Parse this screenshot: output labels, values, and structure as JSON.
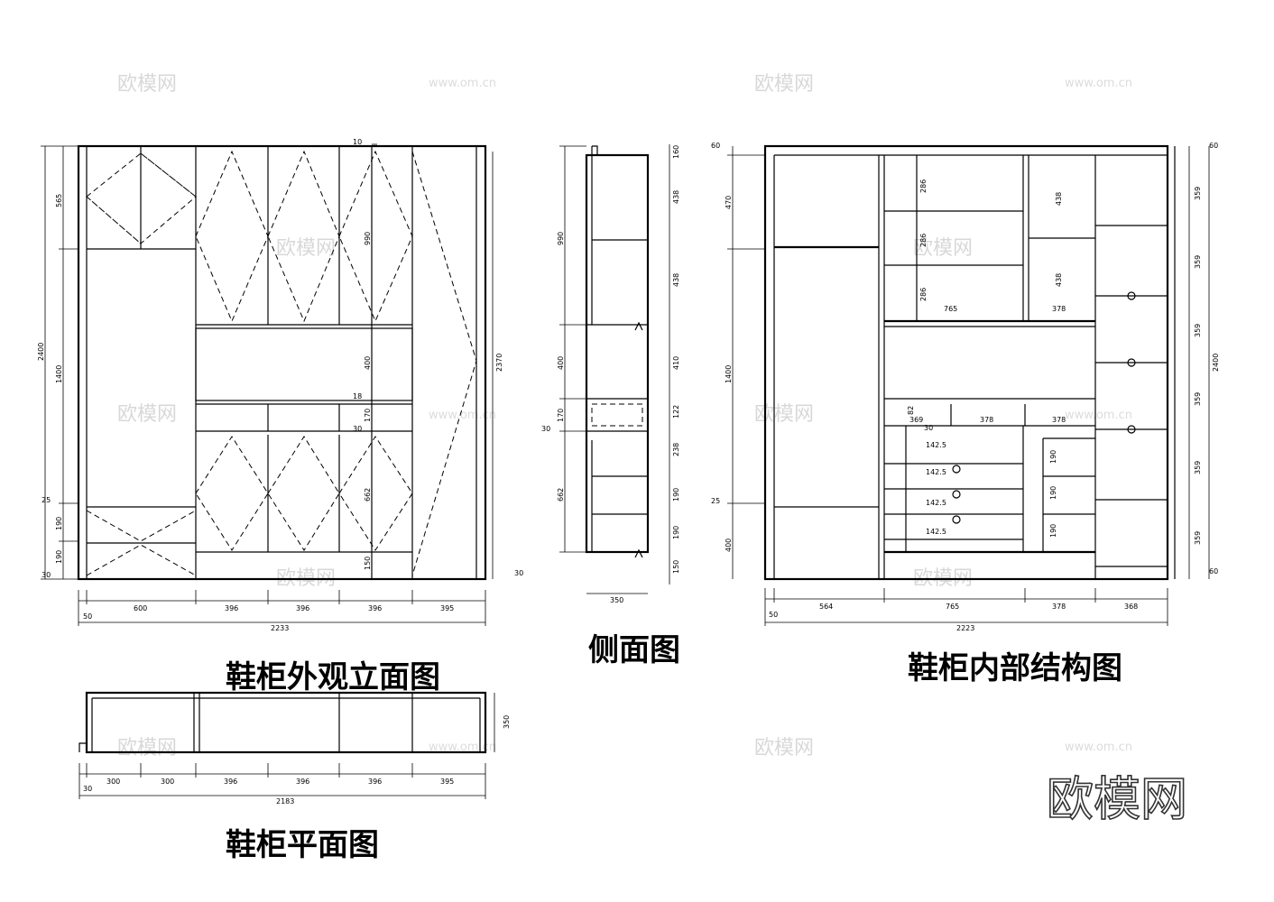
{
  "titles": {
    "elevation": "鞋柜外观立面图",
    "side": "侧面图",
    "interior": "鞋柜内部结构图",
    "plan": "鞋柜平面图"
  },
  "brand": "欧模网",
  "watermarks": {
    "cn": "欧模网",
    "url": "www.om.cn"
  },
  "dims": {
    "elev_top_small": "10",
    "elev_left_total": "2400",
    "elev_left_1": "565",
    "elev_left_2": "1400",
    "elev_left_3": "25",
    "elev_left_4": "190",
    "elev_left_5": "190",
    "elev_left_6": "30",
    "elev_mid_1": "990",
    "elev_mid_2": "400",
    "elev_mid_3": "18",
    "elev_mid_4": "170",
    "elev_mid_5": "30",
    "elev_mid_6": "662",
    "elev_mid_7": "150",
    "elev_right_total": "2370",
    "elev_right_small": "30",
    "elev_bot_1": "600",
    "elev_bot_2": "396",
    "elev_bot_3": "396",
    "elev_bot_4": "396",
    "elev_bot_5": "395",
    "elev_bot_offset": "50",
    "elev_bot_total": "2233",
    "side_left_1": "990",
    "side_left_2": "400",
    "side_left_3": "170",
    "side_left_4": "30",
    "side_left_5": "662",
    "side_right_1": "160",
    "side_right_2": "438",
    "side_right_3": "438",
    "side_right_4": "410",
    "side_right_5": "122",
    "side_right_6": "238",
    "side_right_7": "190",
    "side_right_8": "190",
    "side_right_9": "150",
    "side_bot": "350",
    "int_left_1": "60",
    "int_left_2": "470",
    "int_left_3": "1400",
    "int_left_4": "25",
    "int_left_5": "400",
    "int_in_1": "286",
    "int_in_2": "286",
    "int_in_3": "286",
    "int_in_4": "438",
    "int_in_5": "438",
    "int_in_6": "765",
    "int_in_7": "378",
    "int_in_8": "82",
    "int_in_9": "369",
    "int_in_10": "378",
    "int_in_11": "378",
    "int_in_12": "30",
    "int_in_13": "142.5",
    "int_in_14": "142.5",
    "int_in_15": "142.5",
    "int_in_16": "142.5",
    "int_in_17": "190",
    "int_in_18": "190",
    "int_in_19": "190",
    "int_right_1": "60",
    "int_right_2": "359",
    "int_right_3": "359",
    "int_right_4": "359",
    "int_right_5": "359",
    "int_right_6": "359",
    "int_right_7": "359",
    "int_right_8": "60",
    "int_right_total": "2400",
    "int_bot_1": "564",
    "int_bot_2": "765",
    "int_bot_3": "378",
    "int_bot_4": "368",
    "int_bot_offset": "50",
    "int_bot_total": "2223",
    "plan_right": "350",
    "plan_bot_1": "300",
    "plan_bot_2": "300",
    "plan_bot_3": "396",
    "plan_bot_4": "396",
    "plan_bot_5": "396",
    "plan_bot_6": "395",
    "plan_bot_offset": "30",
    "plan_bot_total": "2183"
  }
}
